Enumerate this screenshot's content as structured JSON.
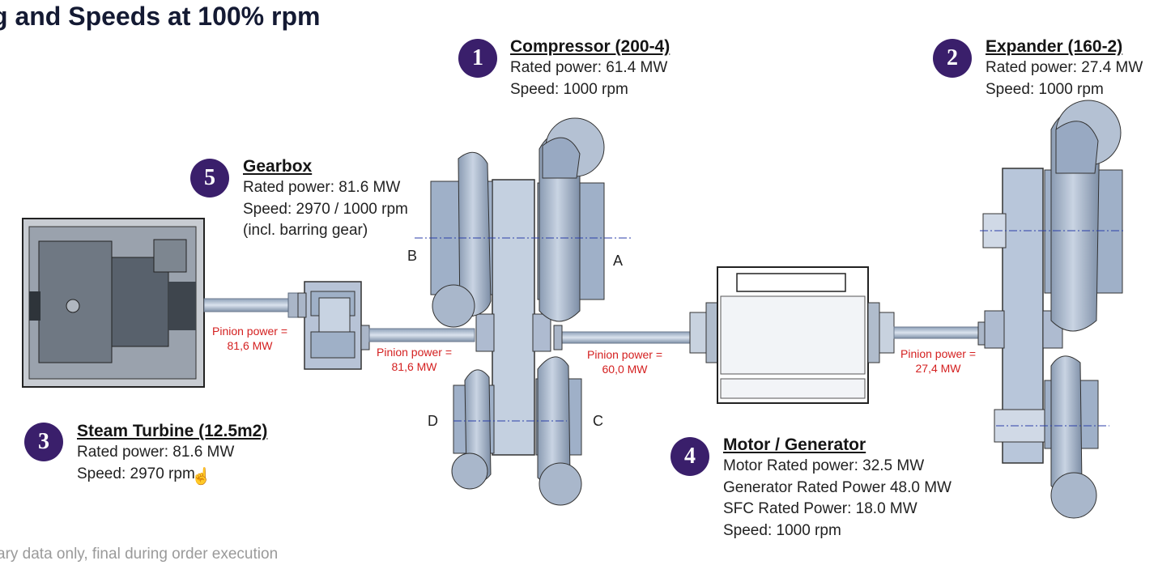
{
  "title": "g and Speeds at 100% rpm",
  "colors": {
    "badge": "#3a1f6b",
    "pinion": "#d42020",
    "machine_fill": "#b8c6da"
  },
  "compressor": {
    "num": "1",
    "name": "Compressor (200-4)",
    "power": "Rated power: 61.4 MW",
    "speed": "Speed:  1000 rpm"
  },
  "expander": {
    "num": "2",
    "name": "Expander (160-2)",
    "power": "Rated power: 27.4 MW",
    "speed": "Speed:  1000 rpm"
  },
  "gearbox": {
    "num": "5",
    "name": "Gearbox",
    "power": "Rated power: 81.6 MW",
    "speed": "Speed: 2970 / 1000 rpm",
    "note": "(incl. barring gear)"
  },
  "turbine": {
    "num": "3",
    "name": "Steam Turbine (12.5m2)",
    "power": "Rated power: 81.6 MW",
    "speed": "Speed: 2970 rpm"
  },
  "motor": {
    "num": "4",
    "name": "Motor / Generator",
    "motor_power": "Motor Rated power: 32.5 MW",
    "gen_power": "Generator Rated Power 48.0 MW",
    "sfc_power": "SFC Rated Power: 18.0 MW",
    "speed": "Speed:  1000 rpm"
  },
  "pinions": [
    {
      "label": "Pinion power =",
      "value": "81,6 MW"
    },
    {
      "label": "Pinion power =",
      "value": "81,6 MW"
    },
    {
      "label": "Pinion power =",
      "value": "60,0 MW"
    },
    {
      "label": "Pinion power =",
      "value": "27,4 MW"
    }
  ],
  "points": {
    "a": "A",
    "b": "B",
    "c": "C",
    "d": "D"
  },
  "footer": "ary data only, final during order execution",
  "icons": {
    "cursor": "hand-pointer-icon"
  }
}
